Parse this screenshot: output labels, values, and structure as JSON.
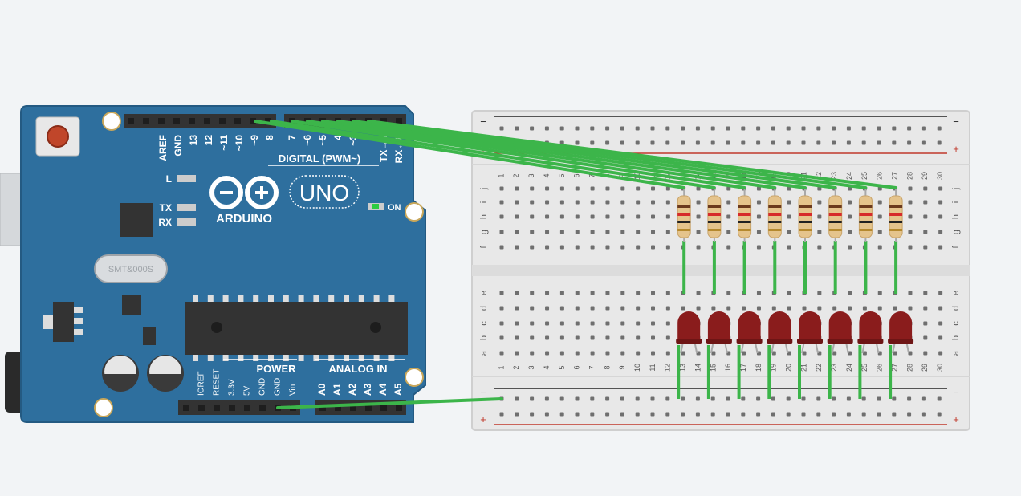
{
  "colors": {
    "background": "#f2f4f6",
    "board": "#2e6f9e",
    "board_edge": "#245a82",
    "header": "#333333",
    "breadboard": "#e8e8e8",
    "wire": "#3cb54a",
    "led": "#8a1c1c",
    "resistor": "#e5c48c",
    "rail_minus": "#222222",
    "rail_plus": "#c0392b",
    "on_led": "#2ecc40"
  },
  "arduino": {
    "brand": "ARDUINO",
    "model": "UNO",
    "crystal": "SMT&000S",
    "section_digital": "DIGITAL (PWM~)",
    "section_power": "POWER",
    "section_analog": "ANALOG IN",
    "on_label": "ON",
    "led_labels": [
      "L",
      "TX",
      "RX"
    ],
    "digital_pins_left": [
      "AREF",
      "GND",
      "13",
      "12",
      "~11",
      "~10",
      "~9",
      "8"
    ],
    "digital_pins_right": [
      "7",
      "~6",
      "~5",
      "4",
      "~3",
      "2",
      "TX→1",
      "RX←0"
    ],
    "power_pins": [
      "IOREF",
      "RESET",
      "3.3V",
      "5V",
      "GND",
      "GND",
      "Vin"
    ],
    "analog_pins": [
      "A0",
      "A1",
      "A2",
      "A3",
      "A4",
      "A5"
    ]
  },
  "breadboard": {
    "rail_minus": "−",
    "rail_plus": "+",
    "rows_top": [
      "j",
      "i",
      "h",
      "g",
      "f"
    ],
    "rows_bottom": [
      "e",
      "d",
      "c",
      "b",
      "a"
    ],
    "columns": [
      "1",
      "2",
      "3",
      "4",
      "5",
      "6",
      "7",
      "8",
      "9",
      "10",
      "11",
      "12",
      "13",
      "14",
      "15",
      "16",
      "17",
      "18",
      "19",
      "20",
      "21",
      "22",
      "23",
      "24",
      "25",
      "26",
      "27",
      "28",
      "29",
      "30"
    ]
  },
  "components": {
    "resistor_count": 8,
    "led_count": 8
  }
}
